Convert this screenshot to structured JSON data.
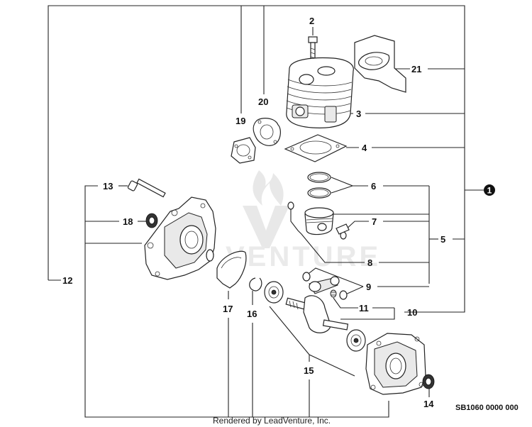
{
  "callouts": {
    "c1": "1",
    "c2": "2",
    "c3": "3",
    "c4": "4",
    "c5": "5",
    "c6": "6",
    "c7": "7",
    "c8": "8",
    "c9": "9",
    "c10": "10",
    "c11": "11",
    "c12": "12",
    "c13": "13",
    "c14": "14",
    "c15": "15",
    "c16": "16",
    "c17": "17",
    "c18": "18",
    "c19": "19",
    "c20": "20",
    "c21": "21"
  },
  "footer": {
    "rendered_by": "Rendered by LeadVenture, Inc.",
    "diagram_code": "SB1060 0000 000"
  },
  "watermark": {
    "text": "VENTURE"
  }
}
